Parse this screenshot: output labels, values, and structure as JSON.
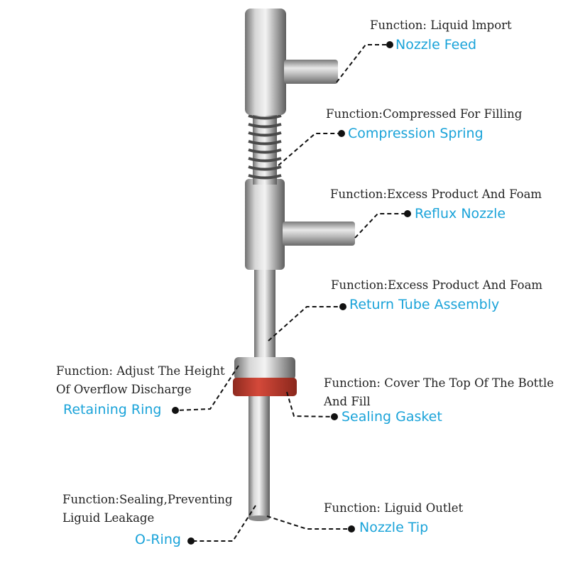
{
  "colors": {
    "part_label": "#1aa3d9",
    "function_text": "#222222",
    "leader_line": "#111111",
    "steel": "#b9b9b9",
    "gasket": "#c0392b"
  },
  "callouts": [
    {
      "id": "nozzle-feed",
      "part": "Nozzle Feed",
      "function": [
        "Function: Liquid lmport"
      ]
    },
    {
      "id": "compression-spring",
      "part": "Compression Spring",
      "function": [
        "Function:Compressed For Filling"
      ]
    },
    {
      "id": "reflux-nozzle",
      "part": "Reflux Nozzle",
      "function": [
        "Function:Excess Product And Foam"
      ]
    },
    {
      "id": "return-tube-assembly",
      "part": "Return Tube Assembly",
      "function": [
        "Function:Excess Product And Foam"
      ]
    },
    {
      "id": "retaining-ring",
      "part": "Retaining Ring",
      "function": [
        "Function: Adjust The Height",
        "Of Overflow Discharge"
      ]
    },
    {
      "id": "sealing-gasket",
      "part": "Sealing Gasket",
      "function": [
        "Function: Cover The Top Of The Bottle",
        "And Fill"
      ]
    },
    {
      "id": "o-ring",
      "part": "O-Ring",
      "function": [
        "Function:Sealing,Preventing",
        "Liguid Leakage"
      ]
    },
    {
      "id": "nozzle-tip",
      "part": "Nozzle Tip",
      "function": [
        "Function: Liguid Outlet"
      ]
    }
  ]
}
